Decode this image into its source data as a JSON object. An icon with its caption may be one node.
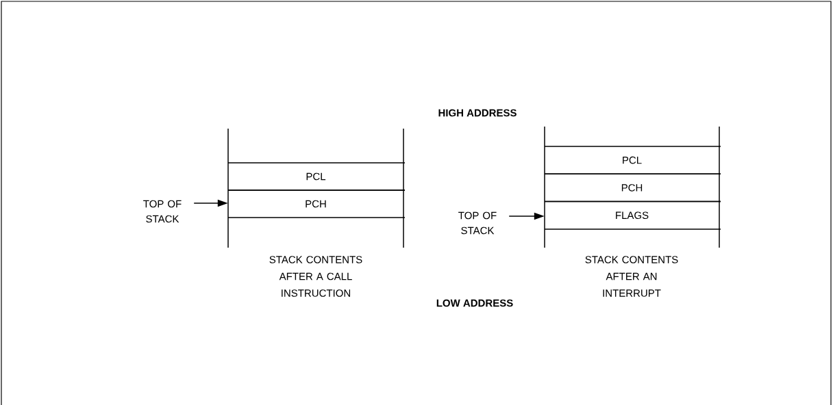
{
  "diagram": {
    "nodes": [
      {
        "text": [],
        "shape": "box",
        "beside": [
          "STACK CONTENTS AFTER A CALL INSTRUCTION"
        ]
      },
      {
        "text": [
          "PCL"
        ],
        "in": 0
      },
      {
        "text": [
          "PCH"
        ],
        "in": 0
      },
      {
        "text": [
          "TOP OF STACK"
        ]
      },
      {
        "text": [],
        "shape": "box",
        "beside": [
          "STACK CONTENTS AFTER AN INTERRUPT"
        ]
      },
      {
        "text": [
          "PCL"
        ],
        "in": 4
      },
      {
        "text": [
          "PCH"
        ],
        "in": 4
      },
      {
        "text": [
          "FLAGS"
        ],
        "in": 4
      },
      {
        "text": [
          "TOP OF STACK"
        ]
      }
    ],
    "edges": [
      {
        "from": 3,
        "to": 0,
        "arrow": "to"
      },
      {
        "from": 8,
        "to": 4,
        "arrow": "to"
      }
    ],
    "labels": [
      "HIGH ADDRESS",
      "LOW ADDRESS"
    ]
  }
}
